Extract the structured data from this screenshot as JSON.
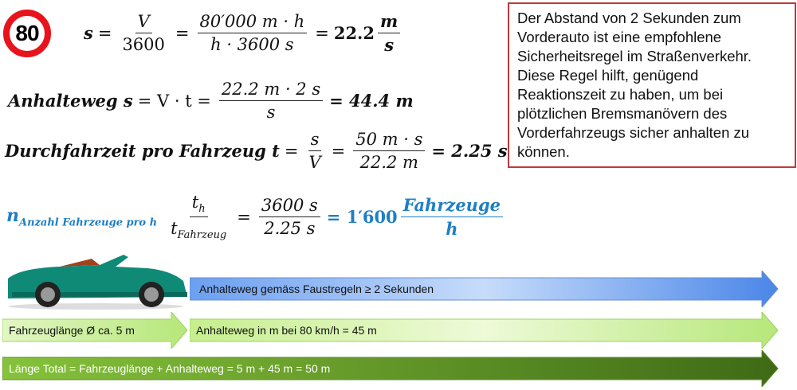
{
  "sign": {
    "speed": "80"
  },
  "formula1": {
    "lhs": "s",
    "eq": "=",
    "f1_num": "V",
    "f1_den": "3600",
    "f2_num": "80′000 m · h",
    "f2_den": "h · 3600 s",
    "result": "22.2",
    "unit_num": "m",
    "unit_den": "s"
  },
  "formula2": {
    "label": "Anhalteweg s",
    "mid": "= V · t =",
    "num": "22.2 m · 2 s",
    "den": "s",
    "result": "= 44.4 m"
  },
  "formula3": {
    "label": "Durchfahrzeit pro Fahrzeug t",
    "f1_num": "s",
    "f1_den": "V",
    "f2_num": "50 m · s",
    "f2_den": "22.2 m",
    "result": "= 2.25 s"
  },
  "formula4": {
    "n": "n",
    "n_sub": "Anzahl Fahrzeuge pro h",
    "f1_num": "t",
    "f1_num_sub": "h",
    "f1_den": "t",
    "f1_den_sub": "Fahrzeug",
    "f2_num": "3600 s",
    "f2_den": "2.25 s",
    "result": "= 1′600",
    "unit_num": "Fahrzeuge",
    "unit_den": "h"
  },
  "note": "Der Abstand von 2 Sekunden zum Vorderauto ist eine empfohlene Sicherheitsregel im Straßenverkehr. Diese Regel hilft, genügend Reaktionszeit zu haben, um bei plötzlichen Bremsmanövern des Vorderfahrzeugs sicher anhalten zu können.",
  "arrows": {
    "rule": "Anhalteweg gemäss Faustregeln ≥ 2 Sekunden",
    "vehicle_length": "Fahrzeuglänge Ø ca. 5 m",
    "stopping_distance": "Anhalteweg in m bei 80 km/h = 45 m",
    "total": "Länge Total = Fahrzeuglänge + Anhalteweg = 5 m + 45 m = 50 m"
  },
  "colors": {
    "sign_red": "#e8141b",
    "formula_blue": "#1f7fc4",
    "note_border": "#c0393b",
    "arrow_blue": "#4a86e8",
    "arrow_lightgreen": "#c6ef8e",
    "arrow_darkgreen": "#4f7a1c"
  }
}
